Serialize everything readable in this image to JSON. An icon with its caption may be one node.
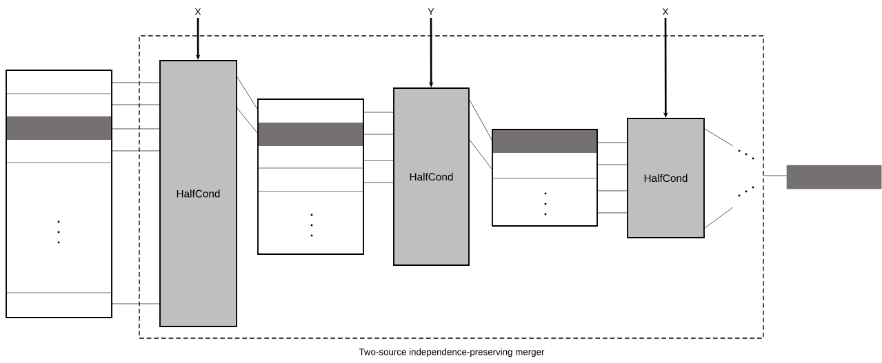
{
  "diagram": {
    "nodes": [
      {
        "text": [
          "Two-source independence-preserving merger"
        ]
      },
      {
        "text": [],
        "shape": "box"
      },
      {
        "text": [
          "X"
        ]
      },
      {
        "text": [
          "HalfCond"
        ],
        "in": 0
      },
      {
        "text": [
          "Y"
        ]
      },
      {
        "text": [],
        "shape": "box",
        "in": 0
      },
      {
        "text": [
          "HalfCond"
        ],
        "in": 0
      },
      {
        "text": [
          "X"
        ]
      },
      {
        "text": [],
        "shape": "box",
        "in": 0
      },
      {
        "text": [
          "HalfCond"
        ],
        "in": 0
      },
      {
        "text": [],
        "shape": "bar"
      }
    ],
    "edges": [
      {
        "from": 2,
        "to": 3,
        "arrow": "to",
        "style": "thick"
      },
      {
        "from": 1,
        "to": 3,
        "arrow": "none"
      },
      {
        "from": 1,
        "to": 3,
        "arrow": "none"
      },
      {
        "from": 1,
        "to": 3,
        "arrow": "none"
      },
      {
        "from": 1,
        "to": 3,
        "arrow": "none"
      },
      {
        "from": 1,
        "to": 3,
        "arrow": "none"
      },
      {
        "from": 3,
        "to": 5,
        "arrow": "none"
      },
      {
        "from": 3,
        "to": 5,
        "arrow": "none"
      },
      {
        "from": 4,
        "to": 6,
        "arrow": "to",
        "style": "thick"
      },
      {
        "from": 5,
        "to": 6,
        "arrow": "none"
      },
      {
        "from": 5,
        "to": 6,
        "arrow": "none"
      },
      {
        "from": 5,
        "to": 6,
        "arrow": "none"
      },
      {
        "from": 5,
        "to": 6,
        "arrow": "none"
      },
      {
        "from": 6,
        "to": 8,
        "arrow": "none"
      },
      {
        "from": 6,
        "to": 8,
        "arrow": "none"
      },
      {
        "from": 7,
        "to": 9,
        "arrow": "to",
        "style": "thick"
      },
      {
        "from": 8,
        "to": 9,
        "arrow": "none"
      },
      {
        "from": 8,
        "to": 9,
        "arrow": "none"
      },
      {
        "from": 8,
        "to": 9,
        "arrow": "none"
      },
      {
        "from": 8,
        "to": 9,
        "arrow": "none"
      },
      {
        "from": 9,
        "to": null,
        "arrow": "none"
      },
      {
        "from": 9,
        "to": null,
        "arrow": "none"
      },
      {
        "from": 0,
        "to": 10,
        "arrow": "none"
      }
    ]
  }
}
